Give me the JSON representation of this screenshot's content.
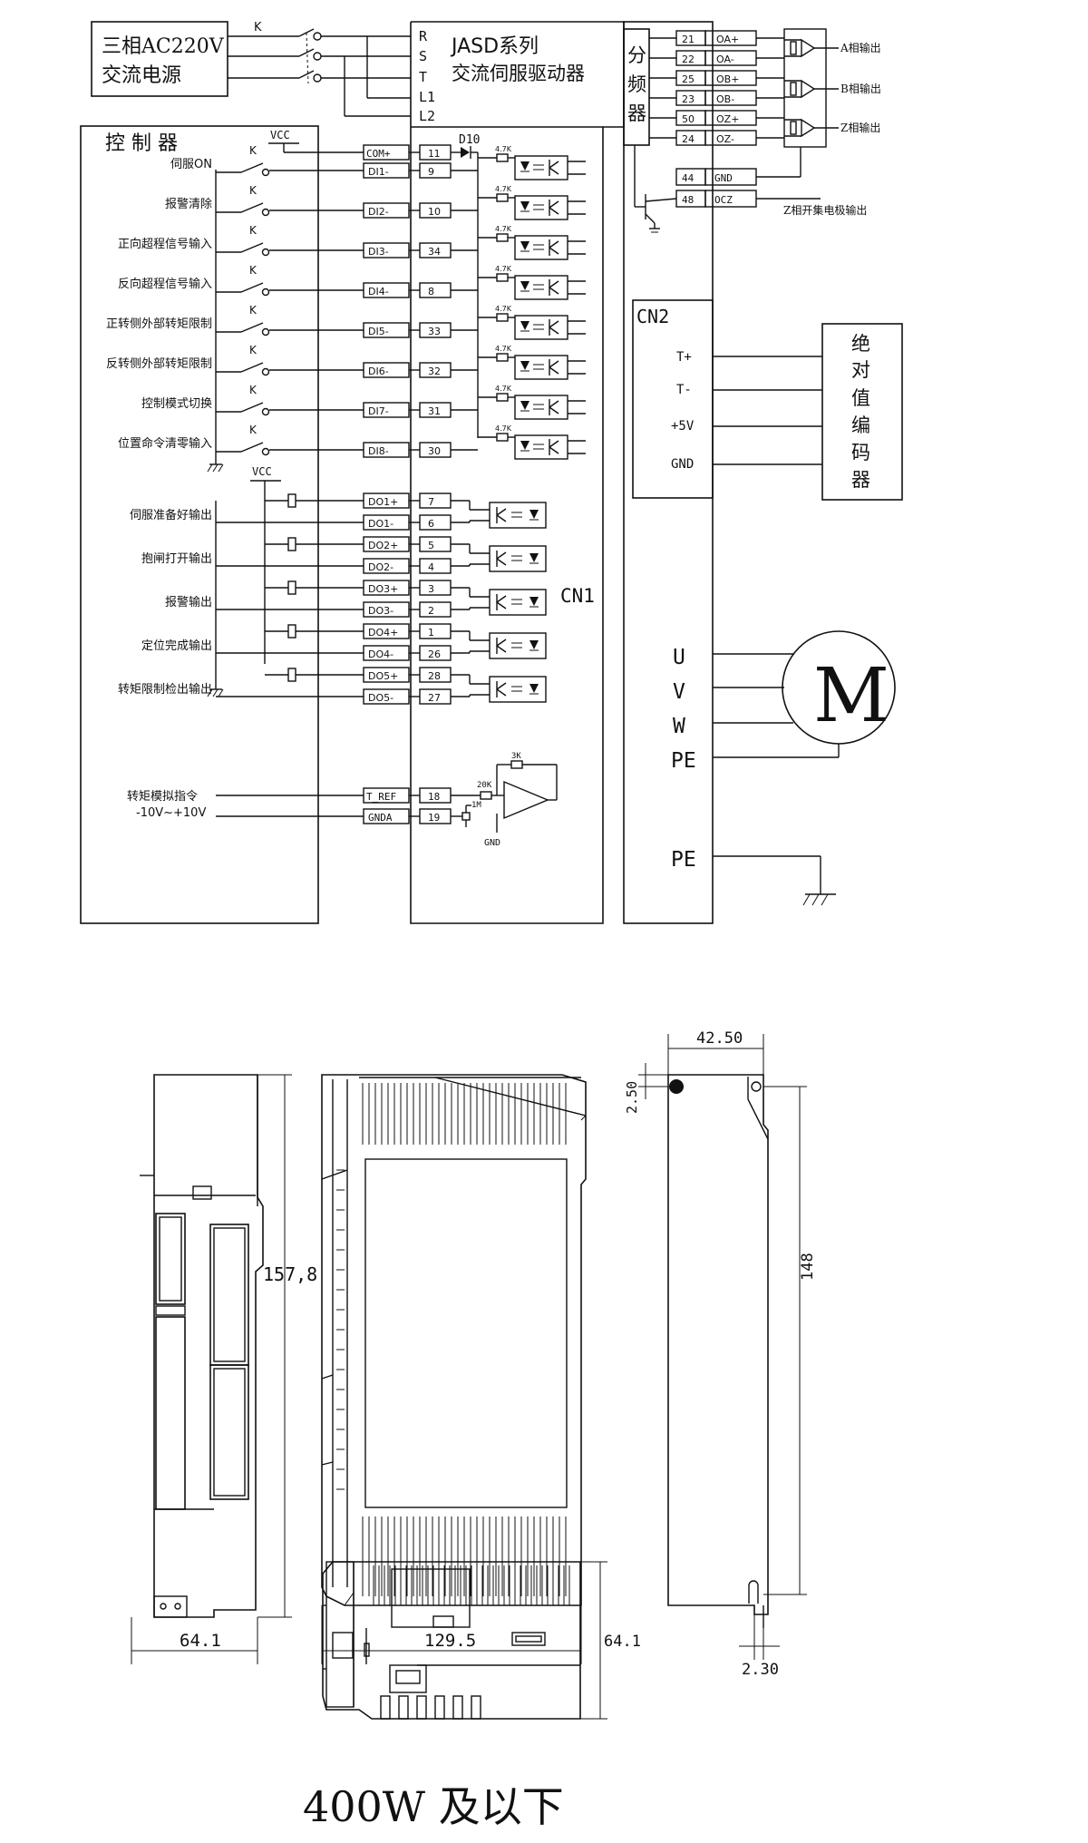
{
  "wiring": {
    "power_source": [
      "三相AC220V",
      "交流电源"
    ],
    "switch_label": "K",
    "power_terminals": [
      "R",
      "S",
      "T",
      "L1",
      "L2"
    ],
    "driver_title": [
      "JASD系列",
      "交流伺服驱动器"
    ],
    "controller_title": "控 制 器",
    "vcc_label": "VCC",
    "diode_label": "D10",
    "resistor_label": "4.7K",
    "common_terminal": {
      "name": "COM+",
      "pin": "11"
    },
    "inputs": [
      {
        "label": "伺服ON",
        "name": "DI1-",
        "pin": "9"
      },
      {
        "label": "报警清除",
        "name": "DI2-",
        "pin": "10"
      },
      {
        "label": "正向超程信号输入",
        "name": "DI3-",
        "pin": "34"
      },
      {
        "label": "反向超程信号输入",
        "name": "DI4-",
        "pin": "8"
      },
      {
        "label": "正转侧外部转矩限制",
        "name": "DI5-",
        "pin": "33"
      },
      {
        "label": "反转侧外部转矩限制",
        "name": "DI6-",
        "pin": "32"
      },
      {
        "label": "控制模式切换",
        "name": "DI7-",
        "pin": "31"
      },
      {
        "label": "位置命令清零输入",
        "name": "DI8-",
        "pin": "30"
      }
    ],
    "outputs": [
      {
        "label": "伺服准备好输出",
        "pos": "DO1+",
        "pos_pin": "7",
        "neg": "DO1-",
        "neg_pin": "6"
      },
      {
        "label": "抱闸打开输出",
        "pos": "DO2+",
        "pos_pin": "5",
        "neg": "DO2-",
        "neg_pin": "4"
      },
      {
        "label": "报警输出",
        "pos": "DO3+",
        "pos_pin": "3",
        "neg": "DO3-",
        "neg_pin": "2"
      },
      {
        "label": "定位完成输出",
        "pos": "DO4+",
        "pos_pin": "1",
        "neg": "DO4-",
        "neg_pin": "26"
      },
      {
        "label": "转矩限制检出输出",
        "pos": "DO5+",
        "pos_pin": "28",
        "neg": "DO5-",
        "neg_pin": "27"
      }
    ],
    "cn1_label": "CN1",
    "analog": {
      "label": [
        "转矩模拟指令",
        "-10V~+10V"
      ],
      "ref": {
        "name": "T_REF",
        "pin": "18"
      },
      "gnd": {
        "name": "GNDA",
        "pin": "19"
      },
      "r_feedback": "3K",
      "r_input": "20K",
      "r_bias": "1M",
      "gnd_label": "GND"
    },
    "divider_label": [
      "分",
      "频",
      "器"
    ],
    "encoder_outputs": [
      {
        "pin": "21",
        "name": "OA+"
      },
      {
        "pin": "22",
        "name": "OA-"
      },
      {
        "pin": "25",
        "name": "OB+"
      },
      {
        "pin": "23",
        "name": "OB-"
      },
      {
        "pin": "50",
        "name": "OZ+"
      },
      {
        "pin": "24",
        "name": "OZ-"
      }
    ],
    "phase_labels": [
      "A相输出",
      "B相输出",
      "Z相输出"
    ],
    "gnd_terminal": {
      "pin": "44",
      "name": "GND"
    },
    "ocz_terminal": {
      "pin": "48",
      "name": "OCZ"
    },
    "ocz_label": "Z相开集电极输出",
    "cn2_label": "CN2",
    "cn2_pins": [
      "T+",
      "T-",
      "+5V",
      "GND"
    ],
    "encoder_box": [
      "绝",
      "对",
      "值",
      "编",
      "码",
      "器"
    ],
    "motor_terminals": [
      "U",
      "V",
      "W",
      "PE"
    ],
    "motor_label": "M",
    "pe_label": "PE"
  },
  "dimensions": {
    "width_front": "64.1",
    "height_front": "157,8",
    "depth_side": "129.5",
    "back_width": "42.50",
    "back_offset": "2.50",
    "back_height": "148",
    "back_bottom": "2.30",
    "top_depth": "64.1"
  },
  "caption": "400W 及以下"
}
